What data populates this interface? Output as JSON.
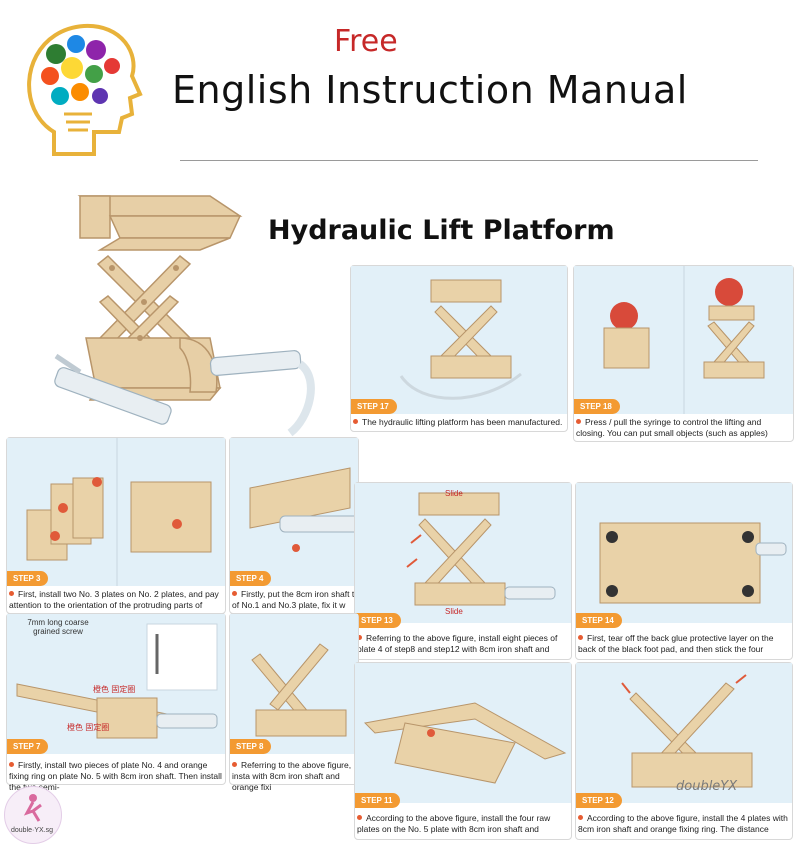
{
  "header": {
    "free_label": "Free",
    "title": "English Instruction Manual"
  },
  "subtitle": "Hydraulic Lift Platform",
  "steps": [
    {
      "id": "step17",
      "label": "STEP 17",
      "caption": "The hydraulic lifting platform has been manufactured."
    },
    {
      "id": "step18",
      "label": "STEP 18",
      "caption": "Press / pull the syringe to control the lifting and closing. You can put small objects (such as apples)"
    },
    {
      "id": "step3",
      "label": "STEP 3",
      "caption": "First, install two No. 3 plates on No. 2 plates, and pay attention to the orientation of the protruding parts of"
    },
    {
      "id": "step4",
      "label": "STEP 4",
      "caption": "Firstly, put the 8cm iron shaft t of No.1 and No.3 plate, fix it w"
    },
    {
      "id": "step13",
      "label": "STEP 13",
      "caption": "Referring to the above figure, install eight pieces of plate 4 of step8 and step12 with 8cm iron shaft and"
    },
    {
      "id": "step14",
      "label": "STEP 14",
      "caption": "First, tear off the back glue protective layer on the back of the black foot pad, and then stick the four"
    },
    {
      "id": "step7",
      "label": "STEP 7",
      "caption": "Firstly, install two pieces of plate No. 4 and orange fixing ring on plate No. 5 with 8cm iron shaft. Then install the two semi-"
    },
    {
      "id": "step8",
      "label": "STEP 8",
      "caption": "Referring to the above figure, insta with 8cm iron shaft and orange fixi"
    },
    {
      "id": "step11",
      "label": "STEP 11",
      "caption": "According to the above figure, install the four raw plates on the No. 5 plate with 8cm iron shaft and"
    },
    {
      "id": "step12",
      "label": "STEP 12",
      "caption": "According to the above figure, install the 4 plates with 8cm iron shaft and orange fixing ring. The distance"
    }
  ],
  "annotations": {
    "screw_note": "7mm long coarse grained screw",
    "slide_top": "Slide",
    "slide_bottom": "Slide",
    "orange_ring_1": "橙色 固定圈",
    "orange_ring_2": "橙色 固定圈"
  },
  "watermark": "doubleYX",
  "brand_small": "double·YX.sg"
}
